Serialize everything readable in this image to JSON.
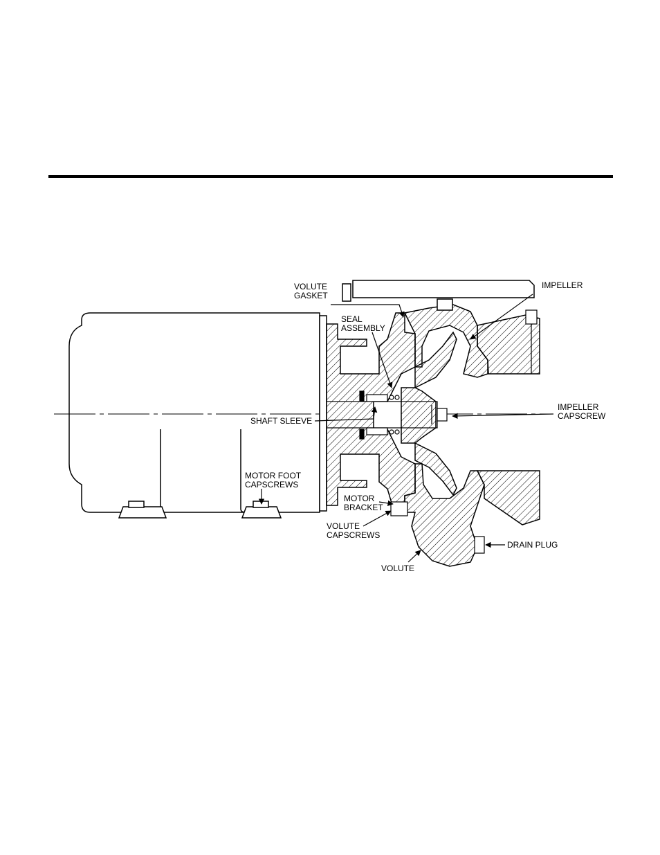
{
  "labels": {
    "volute_gasket": [
      "VOLUTE",
      "GASKET"
    ],
    "impeller": "IMPELLER",
    "seal_assembly": [
      "SEAL",
      "ASSEMBLY"
    ],
    "impeller_capscrew": [
      "IMPELLER",
      "CAPSCREW"
    ],
    "shaft_sleeve": "SHAFT SLEEVE",
    "motor_foot_capscrews": [
      "MOTOR FOOT",
      "CAPSCREWS"
    ],
    "motor_bracket": [
      "MOTOR",
      "BRACKET"
    ],
    "volute_capscrews": [
      "VOLUTE",
      "CAPSCREWS"
    ],
    "drain_plug": "DRAIN PLUG",
    "volute": "VOLUTE"
  }
}
